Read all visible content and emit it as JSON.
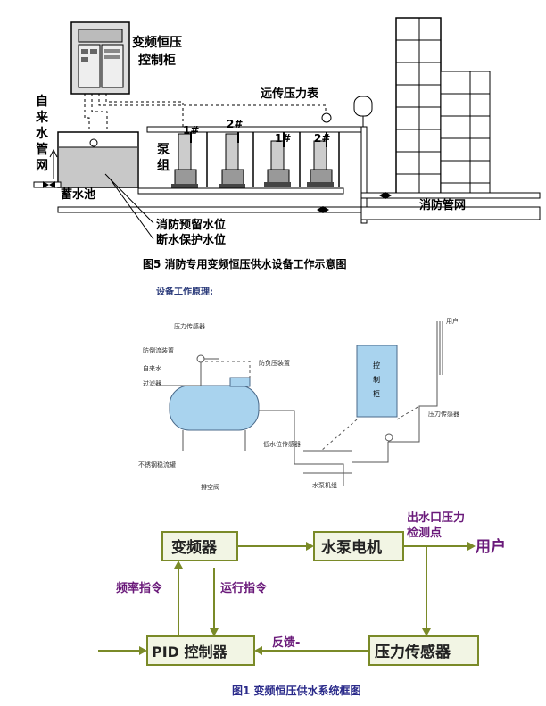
{
  "fig5": {
    "cabinet_label_1": "变频恒压",
    "cabinet_label_2": "控制柜",
    "remote_gauge": "远传压力表",
    "city_water_1": "自",
    "city_water_2": "来",
    "city_water_3": "水",
    "city_water_4": "管",
    "city_water_5": "网",
    "pump_group_1": "泵",
    "pump_group_2": "组",
    "pump_1": "1#",
    "pump_2": "2#",
    "pump_3": "1#",
    "pump_4": "2#",
    "tank": "蓄水池",
    "reserve_level": "消防预留水位",
    "cutoff_level": "断水保护水位",
    "fire_network": "消防管网",
    "caption": "图5  消防专用变频恒压供水设备工作示意图"
  },
  "principle": {
    "title": "设备工作原理:",
    "pressure_sensor_top": "压力传感器",
    "backflow": "防倒流装置",
    "tap_water": "自来水",
    "filter": "过滤器",
    "anti_negative": "防负压装置",
    "cabinet_1": "控",
    "cabinet_2": "制",
    "cabinet_3": "柜",
    "user": "用户",
    "pressure_sensor_right": "压力传感器",
    "low_level_sensor": "低水位传感器",
    "stabilizer": "不锈钢稳流罐",
    "pump_unit": "水泵机组",
    "drain": "排空阀"
  },
  "fig1": {
    "vfd": "变频器",
    "pump_motor": "水泵电机",
    "user": "用户",
    "outlet_1": "出水口压力",
    "outlet_2": "检测点",
    "freq_cmd": "频率指令",
    "run_cmd": "运行指令",
    "feedback": "反馈-",
    "pid": "PID 控制器",
    "pressure_sensor": "压力传感器",
    "caption": "图1 变频恒压供水系统框图"
  },
  "colors": {
    "line": "#000000",
    "tank_water": "#c8c8c8",
    "blue_tank": "#a9d3ee",
    "block_border": "#7a8a28",
    "block_fill": "#f2f5e4",
    "purple_text": "#6a1a7a",
    "caption_text": "#2a2a8a",
    "arrow_green": "#7a8a28"
  }
}
